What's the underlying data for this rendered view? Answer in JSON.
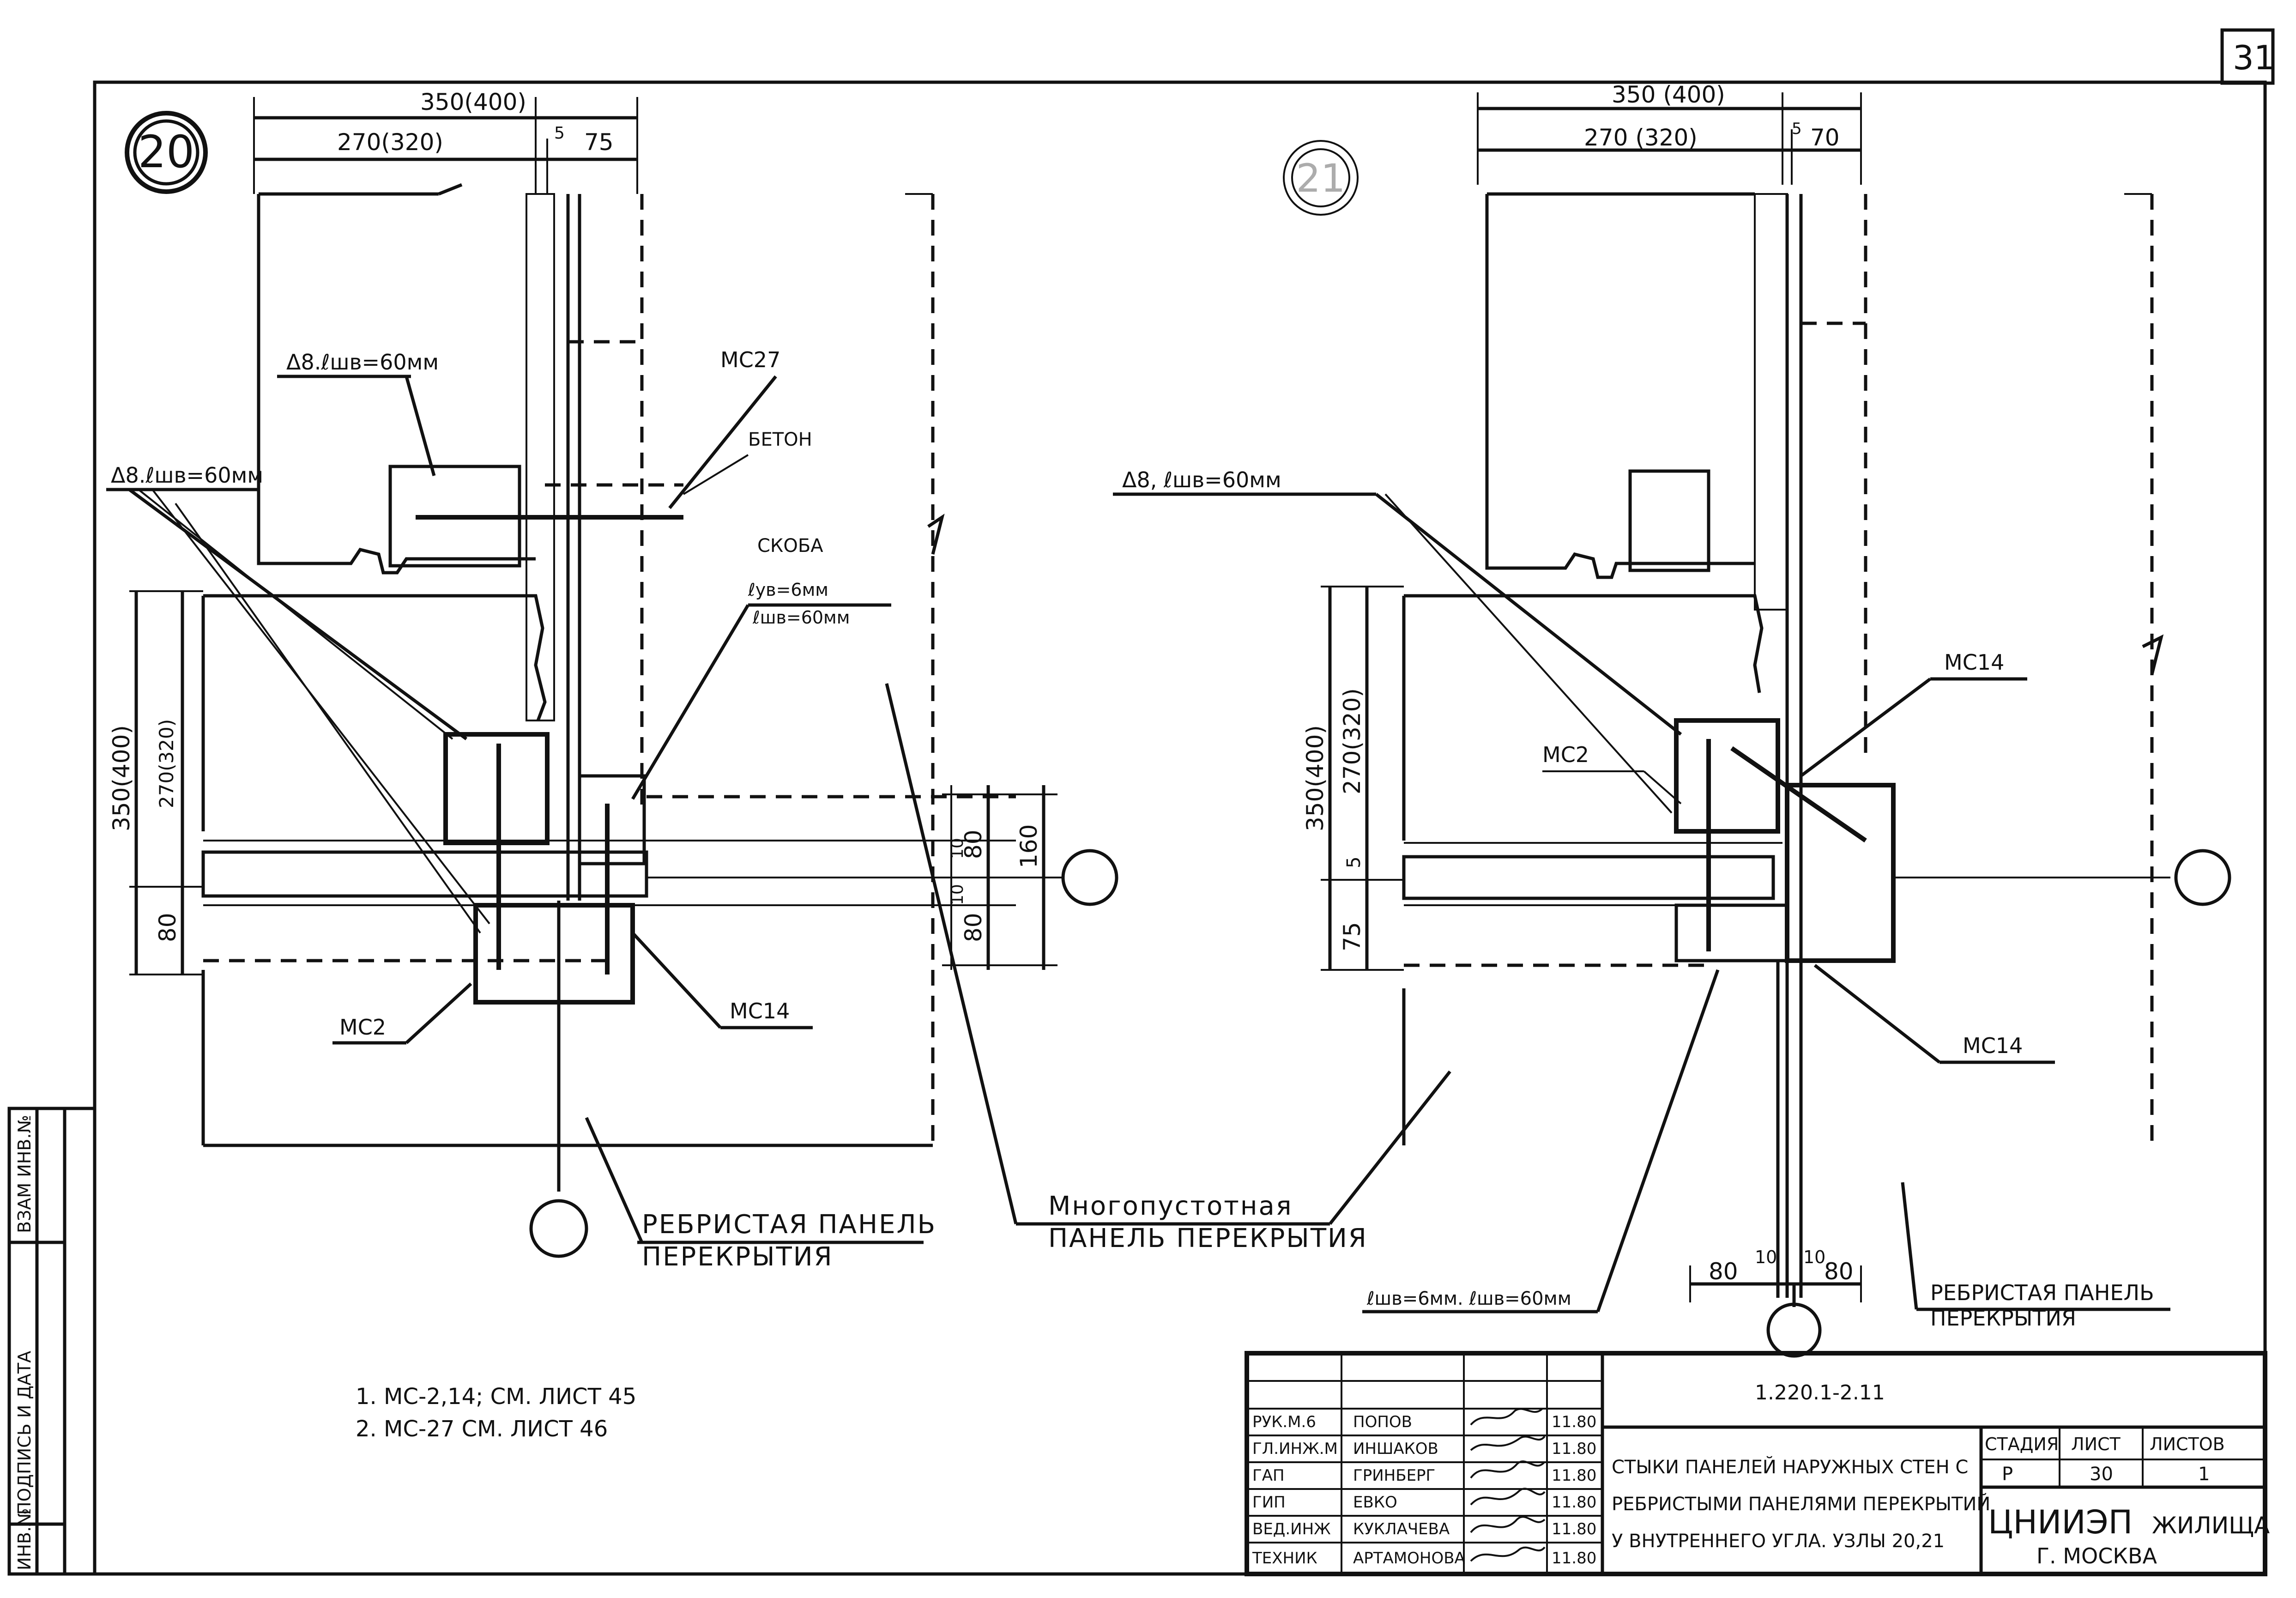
{
  "sheet_number": "31",
  "nodes": {
    "left": {
      "id": "20",
      "dims": {
        "top_total": "350(400)",
        "top_part1": "270(320)",
        "top_gap": "5",
        "top_part2": "75",
        "left_total": "350(400)",
        "left_part": "270(320)",
        "left_bottom": "80",
        "right_a": "10",
        "right_b": "10",
        "right_c": "80",
        "right_d": "80",
        "right_total": "160"
      },
      "labels": {
        "weld_top": "Δ8.ℓшв=60мм",
        "weld_left": "Δ8.ℓшв=60мм",
        "mc27": "МС27",
        "beton": "БЕТОН",
        "skoba": "СКОБА",
        "skoba_weld1": "ℓув=6мм",
        "skoba_weld2": "ℓшв=60мм",
        "mc2": "МС2",
        "mc14": "МС14"
      }
    },
    "right": {
      "id": "21",
      "dims": {
        "top_total": "350 (400)",
        "top_part1": "270 (320)",
        "top_gap": "5",
        "top_part2": "70",
        "left_total": "350(400)",
        "left_part": "270(320)",
        "left_gap": "5",
        "left_bottom": "75",
        "bottom_a": "10",
        "bottom_b": "10",
        "bottom_c": "80",
        "bottom_d": "80"
      },
      "labels": {
        "weld_top": "Δ8, ℓшв=60мм",
        "mc14_upper": "МС14",
        "mc2": "МС2",
        "mc14_lower": "МС14",
        "weld_bottom": "ℓшв=6мм. ℓшв=60мм"
      }
    }
  },
  "callouts": {
    "ribbed_left_1": "РЕБРИСТАЯ ПАНЕЛЬ",
    "ribbed_left_2": "ПЕРЕКРЫТИЯ",
    "hollow_1": "Многопустотная",
    "hollow_2": "ПАНЕЛЬ ПЕРЕКРЫТИЯ",
    "ribbed_right_1": "РЕБРИСТАЯ ПАНЕЛЬ",
    "ribbed_right_2": "ПЕРЕКРЫТИЯ"
  },
  "notes": [
    "1. МС-2,14; СМ. ЛИСТ 45",
    "2. МС-27 СМ. ЛИСТ 46"
  ],
  "side_stamp": {
    "col1": "ИНВ.№",
    "col2": "ПОДПИСЬ И ДАТА",
    "col3": "ВЗАМ ИНВ.№"
  },
  "title_block": {
    "doc_code": "1.220.1-2.11",
    "staff": [
      {
        "role": "РУК.М.6",
        "name": "ПОПОВ",
        "date": "11.80"
      },
      {
        "role": "ГЛ.ИНЖ.М",
        "name": "ИНШАКОВ",
        "date": "11.80"
      },
      {
        "role": "ГАП",
        "name": "ГРИНБЕРГ",
        "date": "11.80"
      },
      {
        "role": "ГИП",
        "name": "ЕВКО",
        "date": "11.80"
      },
      {
        "role": "ВЕД.ИНЖ",
        "name": "КУКЛАЧЕВА",
        "date": "11.80"
      },
      {
        "role": "ТЕХНИК",
        "name": "АРТАМОНОВА",
        "date": "11.80"
      }
    ],
    "description": [
      "СТЫКИ ПАНЕЛЕЙ НАРУЖНЫХ СТЕН С",
      "РЕБРИСТЫМИ ПАНЕЛЯМИ ПЕРЕКРЫТИЙ",
      "У ВНУТРЕННЕГО УГЛА. УЗЛЫ 20,21"
    ],
    "stage_header": "СТАДИЯ",
    "sheet_header": "ЛИСТ",
    "sheets_header": "ЛИСТОВ",
    "stage": "Р",
    "sheet": "30",
    "sheets": "1",
    "org": "ЦНИИЭП",
    "org2": "ЖИЛИЩА",
    "city": "Г. МОСКВА"
  }
}
